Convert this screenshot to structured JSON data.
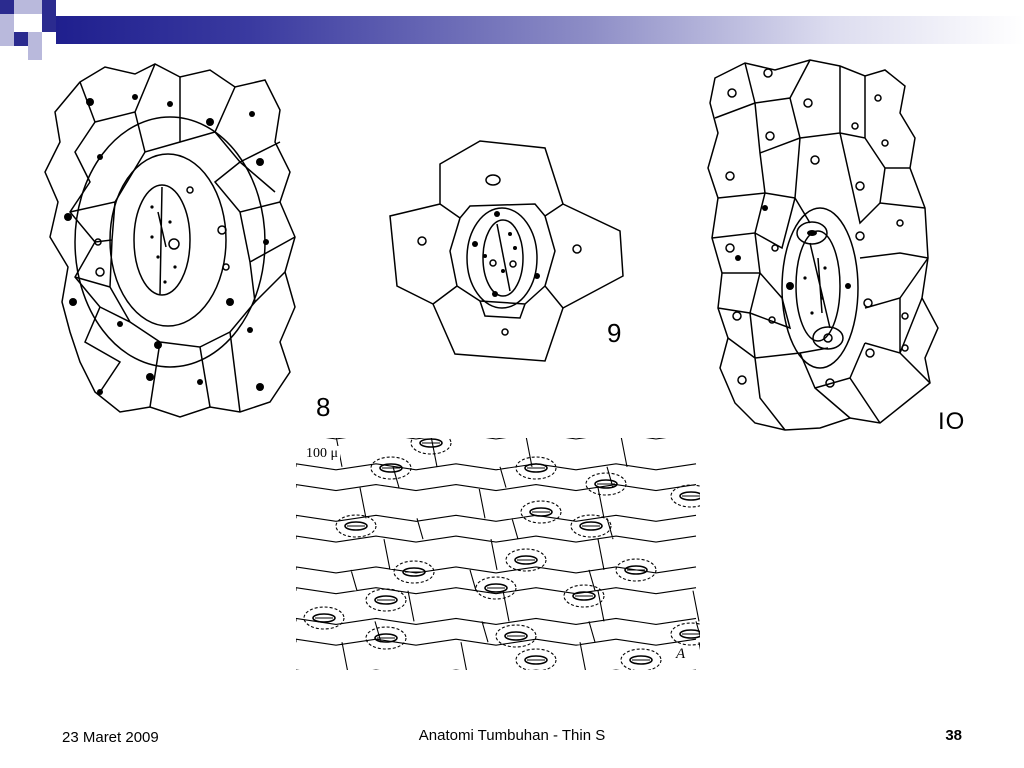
{
  "slide": {
    "figures": {
      "fig8_label": "8",
      "fig9_label": "9",
      "fig10_label": "IO",
      "scale_label": "100 μ",
      "sheet_label": "A"
    },
    "footer": {
      "date": "23 Maret 2009",
      "title": "Anatomi Tumbuhan - Thin S",
      "page": "38"
    },
    "colors": {
      "header_dark": "#1f1f8e",
      "logo_blue": "#2b2b8f",
      "logo_light": "#b9b9dc"
    }
  }
}
